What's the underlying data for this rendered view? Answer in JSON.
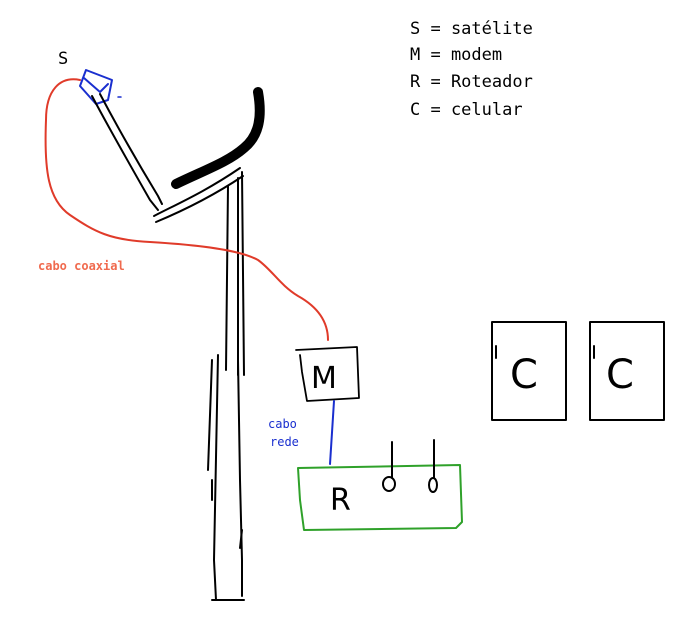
{
  "legend": [
    {
      "text": "S = satélite"
    },
    {
      "text": "M = modem"
    },
    {
      "text": "R = Roteador"
    },
    {
      "text": "C = celular"
    }
  ],
  "labels": {
    "satellite": "S",
    "coax_cable": "cabo coaxial",
    "network_cable_line1": "cabo",
    "network_cable_line2": "rede",
    "modem": "M",
    "router": "R",
    "phone_1": "C",
    "phone_2": "C"
  },
  "colors": {
    "ink": "#000000",
    "coax": "#e03b2a",
    "coax_label": "#f06a4e",
    "network": "#1a2fcf",
    "router_box": "#2fa12a"
  }
}
